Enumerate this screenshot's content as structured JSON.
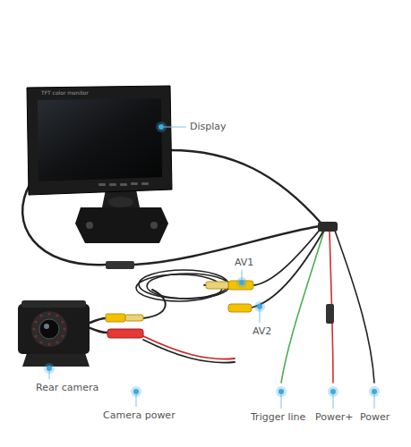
{
  "diagram": {
    "labels": [
      "TFT color monitor",
      "Display",
      "AV1",
      "AV2",
      "Rear camera",
      "Camera power",
      "Trigger line",
      "Power+",
      "Power"
    ]
  }
}
